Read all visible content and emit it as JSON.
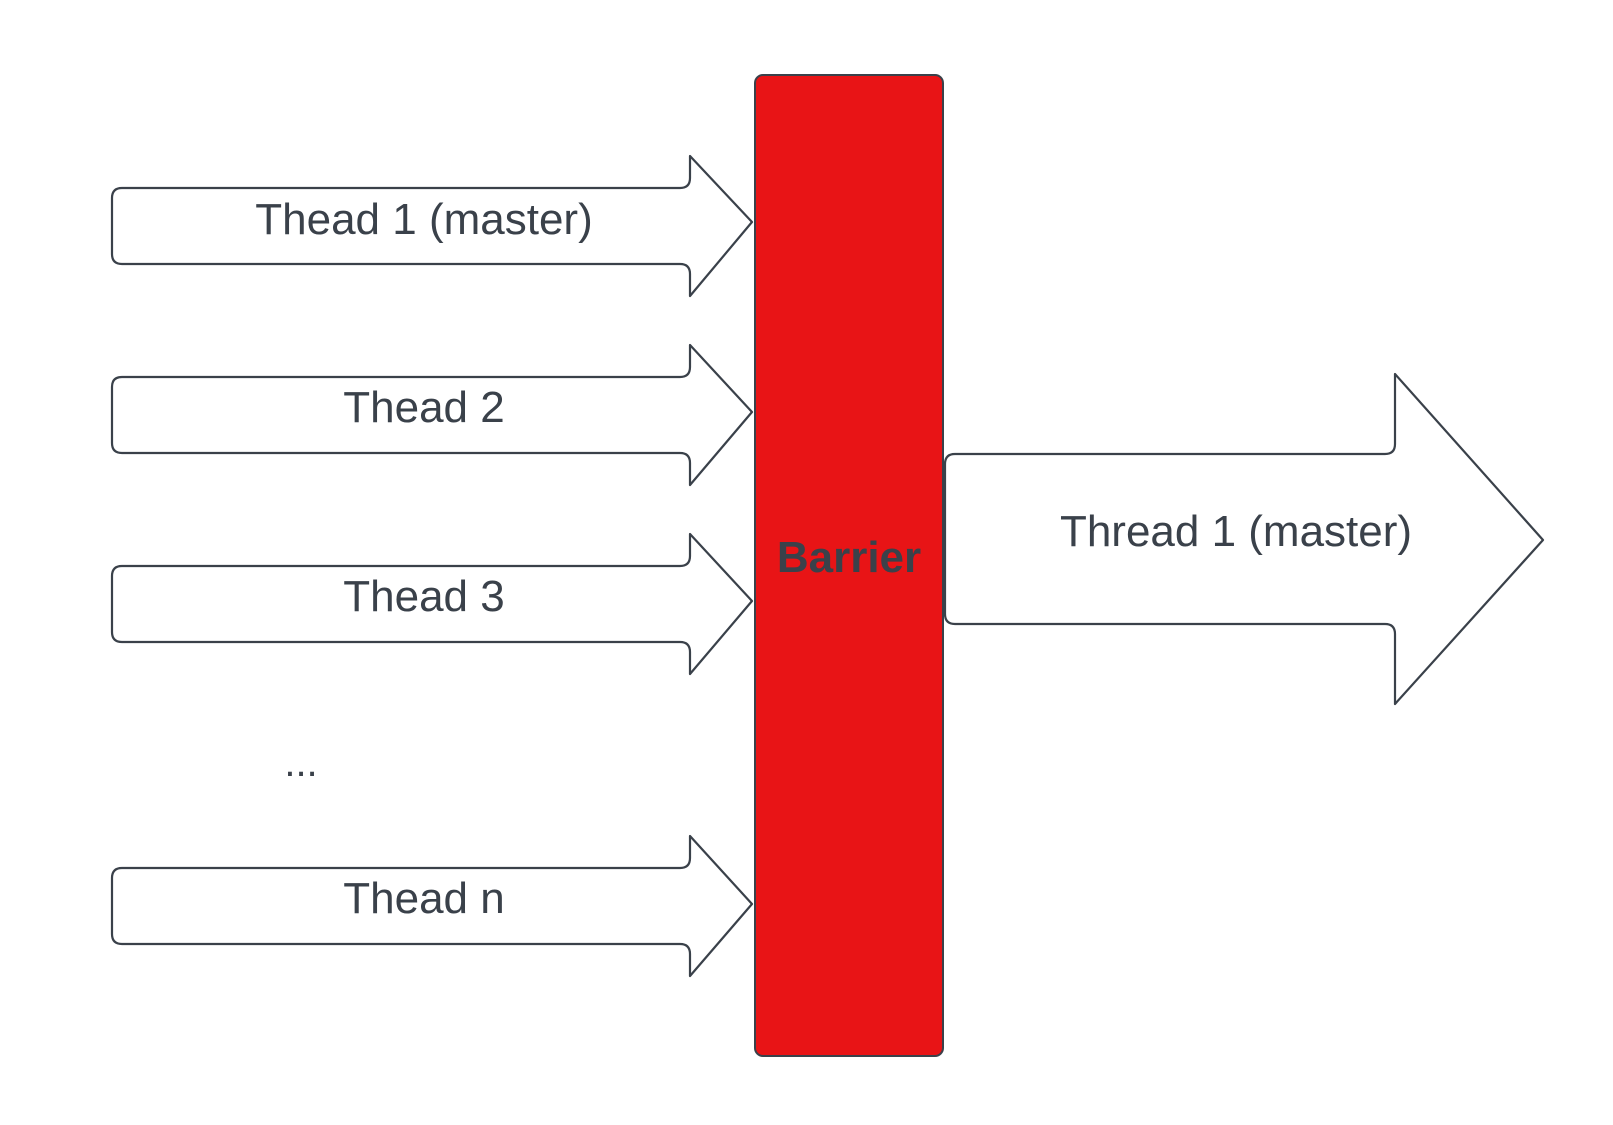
{
  "diagram": {
    "input_threads": [
      {
        "label": "Thead 1 (master)"
      },
      {
        "label": "Thead 2"
      },
      {
        "label": "Thead 3"
      },
      {
        "label": "Thead n"
      }
    ],
    "ellipsis": "...",
    "barrier": {
      "label": "Barrier"
    },
    "output_thread": {
      "label": "Thread 1 (master)"
    }
  },
  "colors": {
    "barrier_fill": "#e81416",
    "stroke": "#3a414a",
    "text": "#3a414a"
  }
}
